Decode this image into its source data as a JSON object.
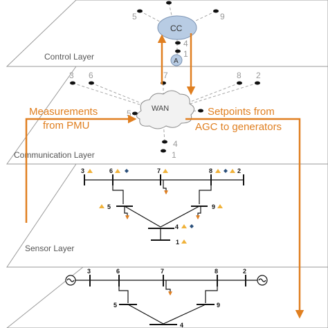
{
  "layers": {
    "control": "Control Layer",
    "communication": "Communication Layer",
    "sensor": "Sensor Layer"
  },
  "nodes": {
    "cc": "CC",
    "wan": "WAN",
    "agc": "A"
  },
  "control_numbers": {
    "top_left": "5",
    "top_right": "9",
    "n4": "4",
    "n1": "1"
  },
  "comm_numbers": {
    "n3": "3",
    "n6": "6",
    "n7": "7",
    "n8": "8",
    "n2": "2",
    "n5": "5",
    "n4": "4",
    "n1": "1"
  },
  "annotations": {
    "measurements_line1": "Measurements",
    "measurements_line2": "from PMU",
    "setpoints_line1": "Setpoints from",
    "setpoints_line2": "AGC to generators"
  },
  "sensor_buses": {
    "b3": "3",
    "b6": "6",
    "b7": "7",
    "b8": "8",
    "b2": "2",
    "b5": "5",
    "b9": "9",
    "b4": "4",
    "b1": "1"
  },
  "physical_buses": {
    "b3": "3",
    "b6": "6",
    "b7": "7",
    "b8": "8",
    "b2": "2",
    "b5": "5",
    "b9": "9",
    "b4": "4"
  },
  "colors": {
    "accent_orange": "#e07f20",
    "cc_fill": "#b8cce4",
    "pmu_triangle": "#f0b23a",
    "control_diamond": "#2a4f7a"
  }
}
